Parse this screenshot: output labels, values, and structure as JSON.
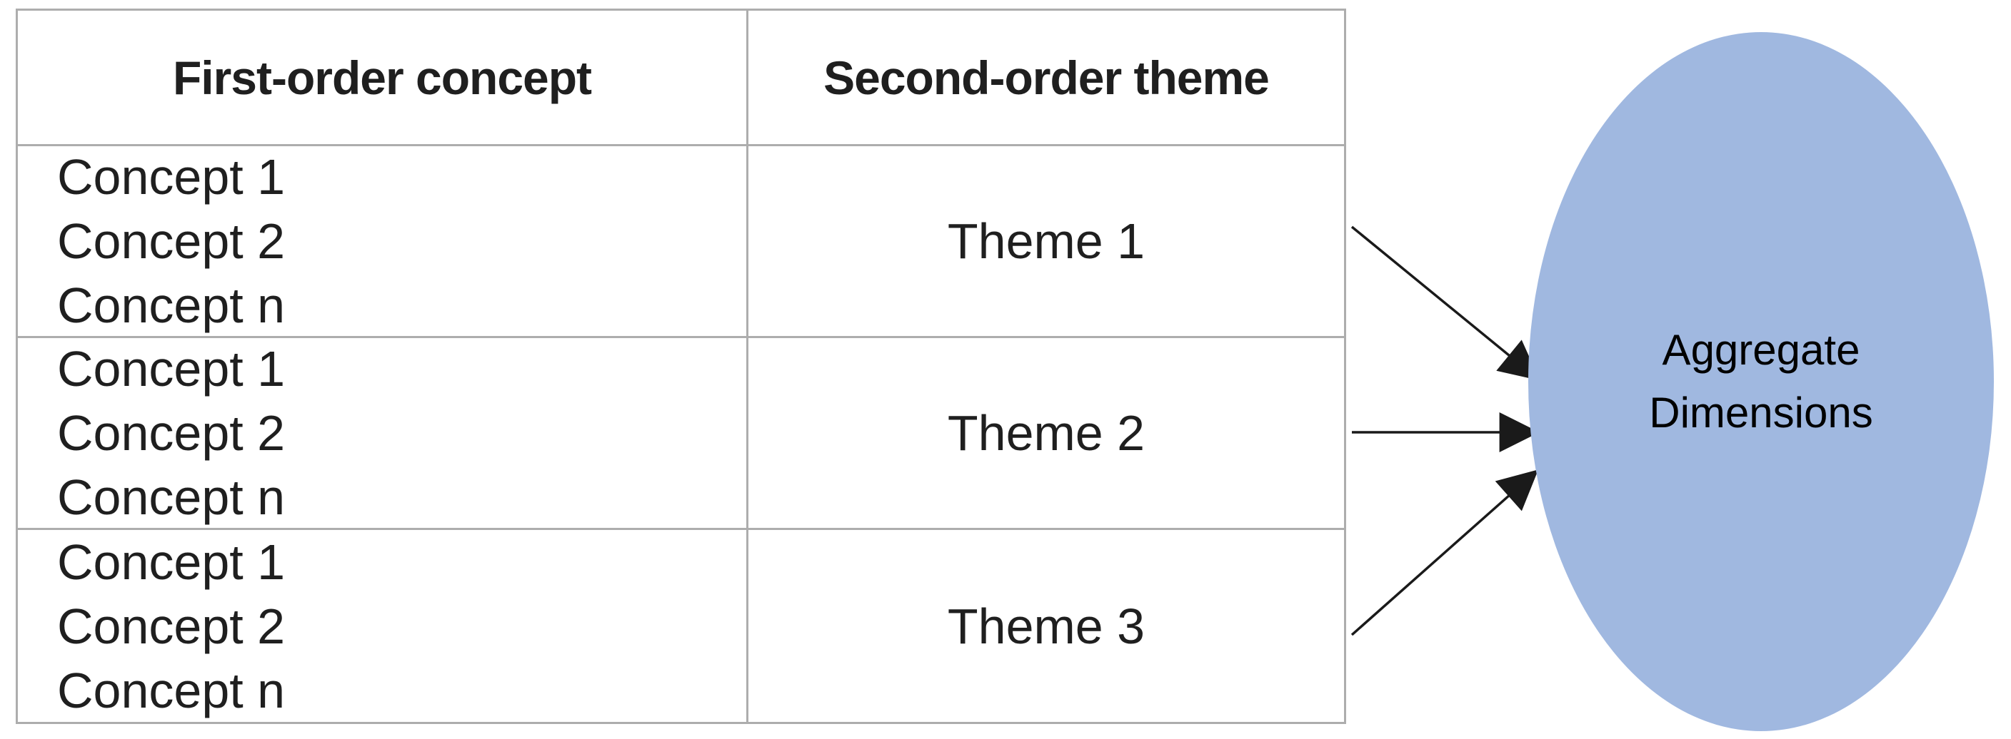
{
  "diagram": {
    "table": {
      "headers": [
        "First-order concept",
        "Second-order theme"
      ],
      "rows": [
        {
          "concepts": [
            "Concept 1",
            "Concept 2",
            "Concept n"
          ],
          "theme": "Theme 1"
        },
        {
          "concepts": [
            "Concept 1",
            "Concept 2",
            "Concept n"
          ],
          "theme": "Theme 2"
        },
        {
          "concepts": [
            "Concept 1",
            "Concept 2",
            "Concept n"
          ],
          "theme": "Theme 3"
        }
      ]
    },
    "aggregate": {
      "line1": "Aggregate",
      "line2": "Dimensions"
    },
    "colors": {
      "ellipse_fill": "#A0B8E0",
      "table_border": "#ADADAD",
      "arrow": "#1A1A1A",
      "text": "#1F1F1F"
    }
  }
}
